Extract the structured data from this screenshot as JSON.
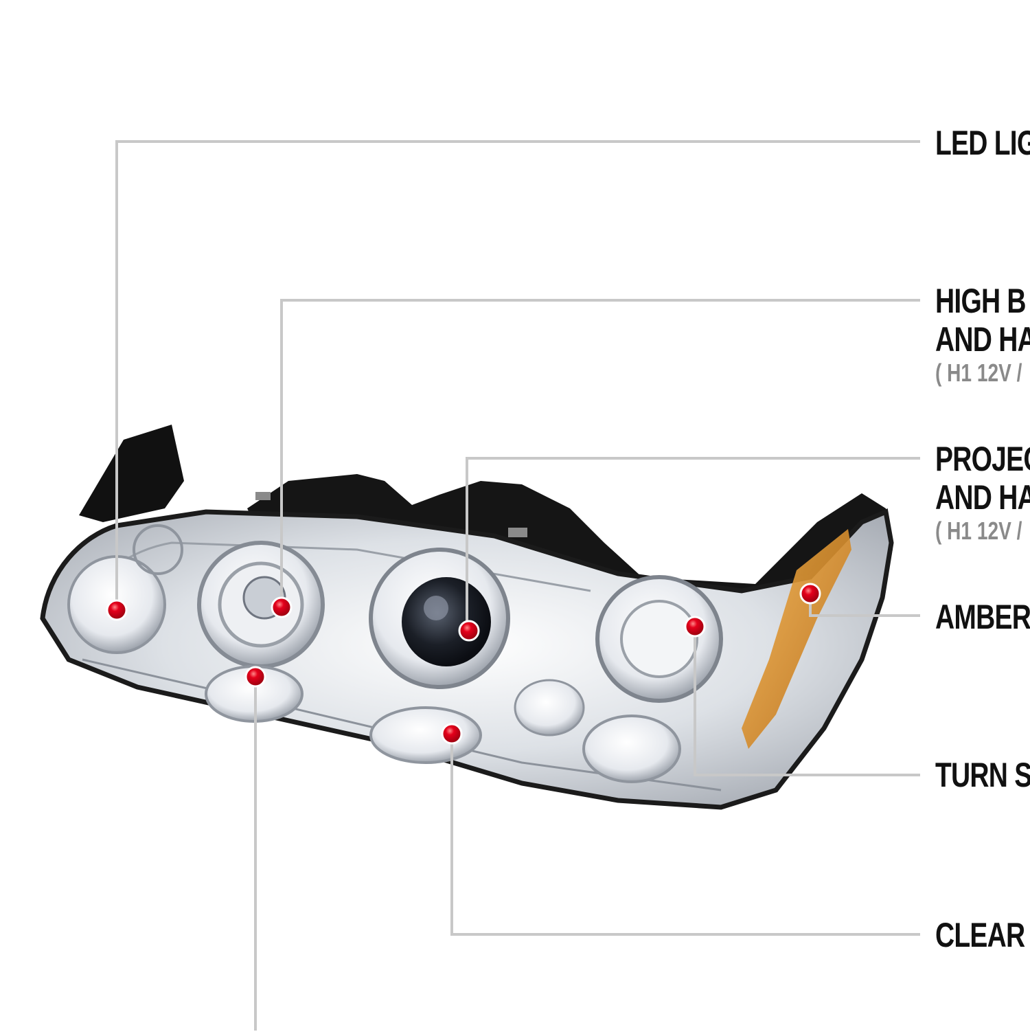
{
  "callouts": [
    {
      "id": "led",
      "line1": "LED LIG",
      "line2": "",
      "spec": ""
    },
    {
      "id": "high-beam",
      "line1": "HIGH B",
      "line2": "AND HA",
      "spec": "( H1  12V /"
    },
    {
      "id": "projector",
      "line1": "PROJEC",
      "line2": "AND HA",
      "spec": "( H1  12V /"
    },
    {
      "id": "amber",
      "line1": "AMBER",
      "line2": "",
      "spec": ""
    },
    {
      "id": "turn-signal",
      "line1": "TURN S",
      "line2": "",
      "spec": ""
    },
    {
      "id": "clear-lens",
      "line1": "CLEAR L",
      "line2": "",
      "spec": ""
    }
  ],
  "colors": {
    "leader_line": "#c8c8c8",
    "marker_red": "#e4001b",
    "housing_black": "#1a1a1a",
    "chrome": "#d7dbe0",
    "amber": "#d98a1e"
  },
  "icons": [
    "hotspot-marker-icon"
  ]
}
